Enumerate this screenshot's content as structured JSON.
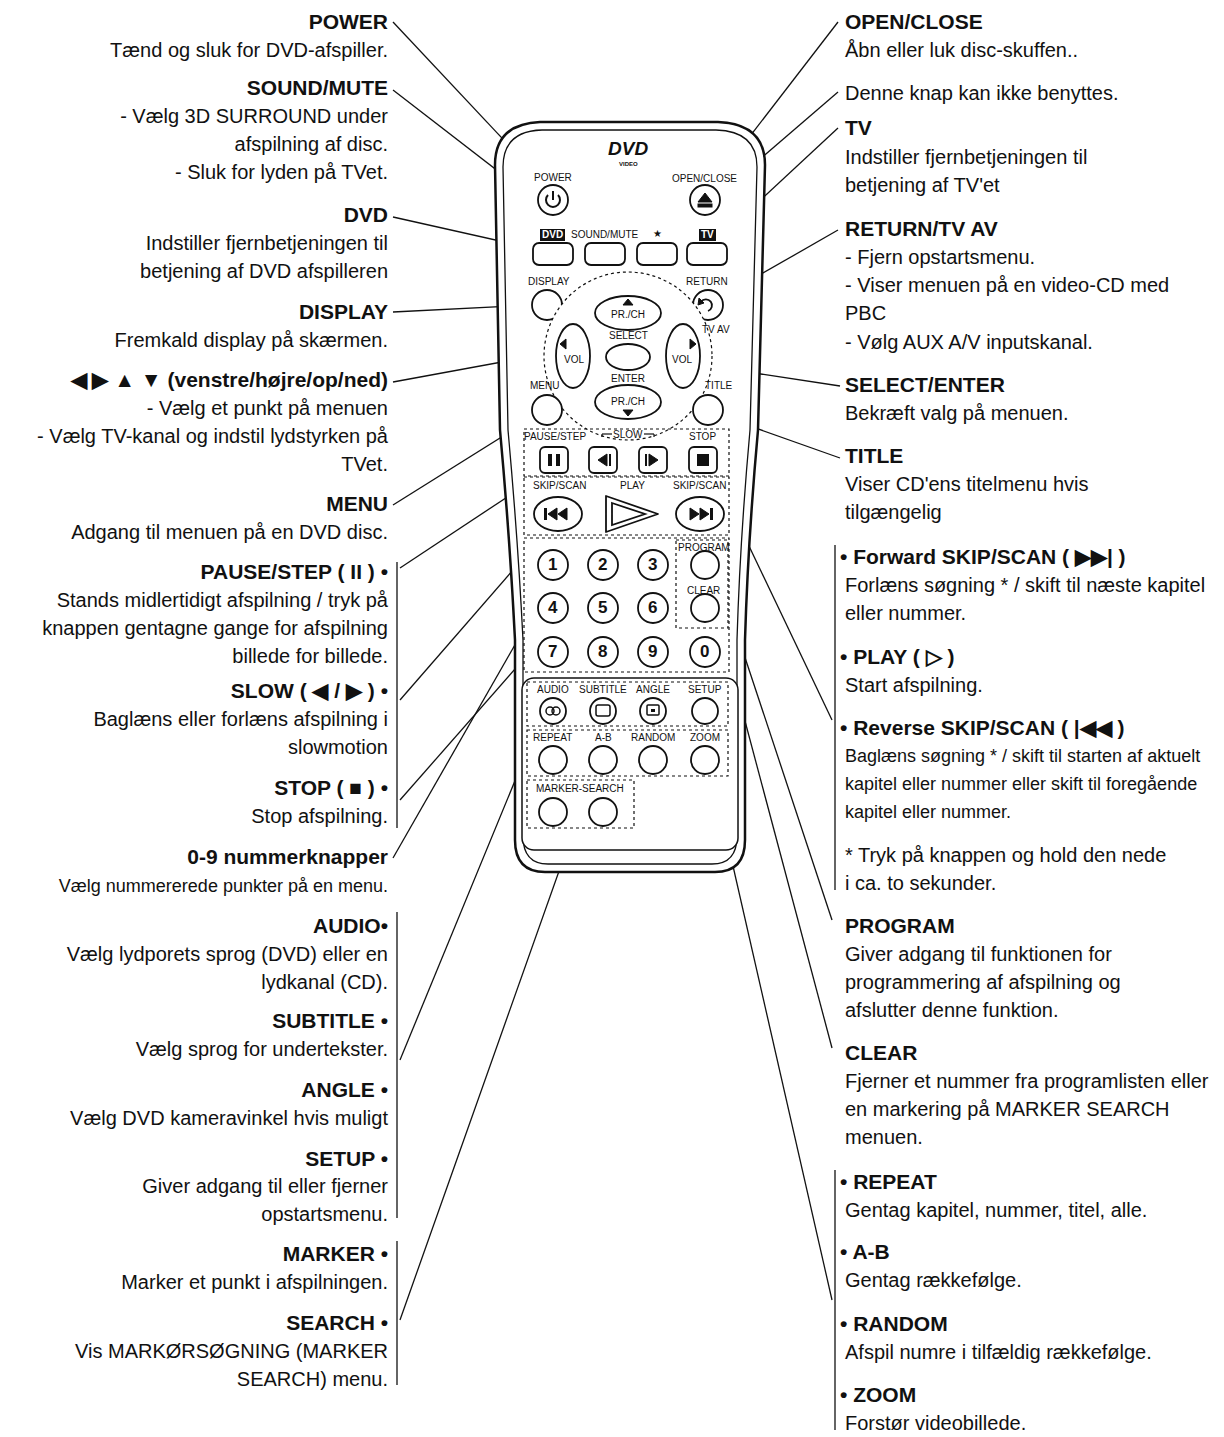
{
  "diagram": {
    "labels": [
      "POWER",
      "Tænd og sluk for DVD-afspiller.",
      "SOUND/MUTE",
      "- Vælg 3D SURROUND under afspilning af disc.",
      "- Sluk for lyden på TVet.",
      "DVD",
      "Indstiller fjernbetjeningen til betjening af DVD afspilleren",
      "DISPLAY",
      "Fremkald display på skærmen.",
      "◀ ▶ ▲ ▼ (venstre/højre/op/ned)",
      "- Vælg et punkt på menuen",
      "- Vælg TV-kanal og indstil lydstyrken på TVet.",
      "MENU",
      "Adgang til menuen på en DVD disc.",
      "PAUSE/STEP ( II ) •",
      "Stands midlertidigt afspilning / tryk på knappen gentagne gange for afspilning billede for billede.",
      "SLOW ( ◀ / ▶ ) •",
      "Baglæns eller forlæns afspilning i slowmotion",
      "STOP ( ■ ) •",
      "Stop afspilning.",
      "0-9 nummerknapper",
      "Vælg nummererede punkter på en menu.",
      "AUDIO•",
      "Vælg lydporets sprog (DVD) eller en lydkanal (CD).",
      "SUBTITLE •",
      "Vælg sprog for undertekster.",
      "ANGLE •",
      "Vælg DVD kameravinkel hvis muligt",
      "SETUP •",
      "Giver adgang til eller fjerner opstartsmenu.",
      "MARKER •",
      "Marker et punkt i afspilningen.",
      "SEARCH •",
      "Vis MARKØRSØGNING (MARKER SEARCH) menu.",
      "OPEN/CLOSE",
      "Åbn eller luk disc-skuffen..",
      "Denne knap kan ikke benyttes.",
      "TV",
      "Indstiller fjernbetjeningen til betjening af TV'et",
      "RETURN/TV AV",
      "- Fjern opstartsmenu.",
      "- Viser menuen på en video-CD med PBC",
      "- Vølg AUX A/V inputskanal.",
      "SELECT/ENTER",
      "Bekræft valg på menuen.",
      "TITLE",
      "Viser CD'ens titelmenu hvis tilgængelig",
      "• Forward SKIP/SCAN ( ▶▶| )",
      "Forlæns søgning * / skift til næste kapitel eller nummer.",
      "• PLAY ( ▷ )",
      "Start afspilning.",
      "• Reverse SKIP/SCAN ( |◀◀ )",
      "Baglæns søgning * / skift til starten af aktuelt kapitel eller nummer eller skift til foregående kapitel eller nummer.",
      "* Tryk på knappen og hold den nede i ca. to sekunder.",
      "PROGRAM",
      "Giver adgang til funktionen for programmering af afspilning og afslutter denne funktion.",
      "CLEAR",
      "Fjerner et nummer fra programlisten eller en markering på MARKER SEARCH menuen.",
      "• REPEAT",
      "Gentag kapitel, nummer, titel, alle.",
      "• A-B",
      "Gentag rækkefølge.",
      "• RANDOM",
      "Afspil numre i tilfældig rækkefølge.",
      "• ZOOM",
      "Forstør videobillede.",
      "DVD",
      "VIDEO",
      "POWER",
      "OPEN/CLOSE",
      "DVD",
      "SOUND/MUTE",
      "★",
      "TV",
      "DISPLAY",
      "RETURN",
      "TV AV",
      "PR./CH",
      "SELECT",
      "VOL",
      "VOL",
      "ENTER",
      "PR./CH",
      "MENU",
      "TITLE",
      "PAUSE/STEP",
      "SLOW",
      "STOP",
      "SKIP/SCAN",
      "PLAY",
      "SKIP/SCAN",
      "PROGRAM",
      "CLEAR",
      "1",
      "2",
      "3",
      "4",
      "5",
      "6",
      "7",
      "8",
      "9",
      "0",
      "AUDIO",
      "SUBTITLE",
      "ANGLE",
      "SETUP",
      "REPEAT",
      "A-B",
      "RANDOM",
      "ZOOM",
      "MARKER-SEARCH"
    ]
  }
}
